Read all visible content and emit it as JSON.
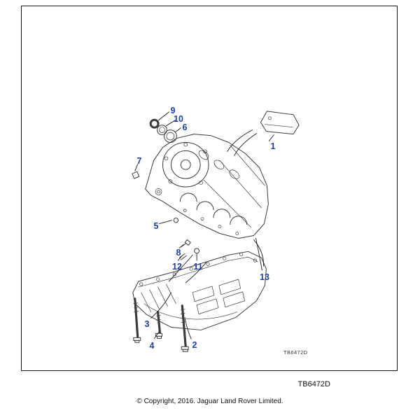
{
  "colors": {
    "callout": "#1d3fa5",
    "line": "#3a3a3a",
    "leader": "#1a1a1a",
    "frame": "#141414"
  },
  "frame": {
    "internal_code": "TB6472D"
  },
  "footer": {
    "drawing_code": "TB6472D",
    "copyright": "© Copyright, 2016. Jaguar Land Rover Limited."
  },
  "diagram": {
    "callouts": [
      {
        "label": "9"
      },
      {
        "label": "10"
      },
      {
        "label": "6"
      },
      {
        "label": "7"
      },
      {
        "label": "1"
      },
      {
        "label": "5"
      },
      {
        "label": "8"
      },
      {
        "label": "12"
      },
      {
        "label": "11"
      },
      {
        "label": "13"
      },
      {
        "label": "3"
      },
      {
        "label": "4"
      },
      {
        "label": "2"
      }
    ]
  }
}
